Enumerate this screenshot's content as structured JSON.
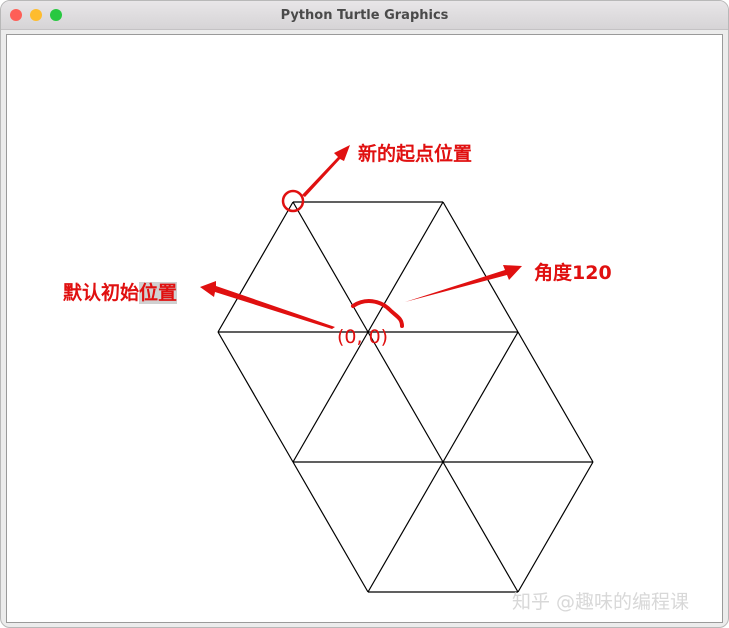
{
  "window": {
    "title": "Python Turtle Graphics"
  },
  "annotations": {
    "new_start": "新的起点位置",
    "default_start": "默认初始",
    "default_start_highlight": "位置",
    "angle": "角度120",
    "origin": "(0, 0)"
  },
  "watermark": "知乎 @趣味的编程课",
  "colors": {
    "annotation": "#e01010",
    "lines": "#000000"
  }
}
